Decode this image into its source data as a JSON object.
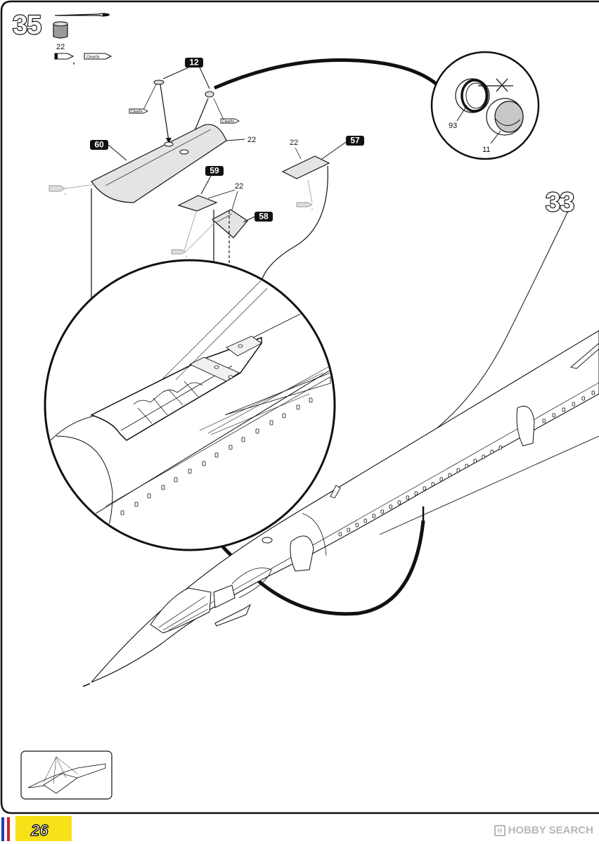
{
  "step": {
    "number": "35",
    "paint_code": "22"
  },
  "step_next": {
    "number": "33"
  },
  "clearfix_label": "Clearfix",
  "parts": {
    "p12": {
      "label": "12"
    },
    "p60": {
      "label": "60",
      "paint": "22"
    },
    "p59": {
      "label": "59"
    },
    "p58": {
      "label": "58",
      "paint": "22"
    },
    "p57": {
      "label": "57",
      "paint": "22"
    }
  },
  "detail": {
    "part_a": "93",
    "part_b": "11"
  },
  "footer": {
    "page": "26",
    "watermark": "HOBBY SEARCH"
  },
  "colors": {
    "page_badge": "#f7e21a",
    "flag": [
      "#1d3fae",
      "#ffffff",
      "#d21f2a"
    ]
  }
}
